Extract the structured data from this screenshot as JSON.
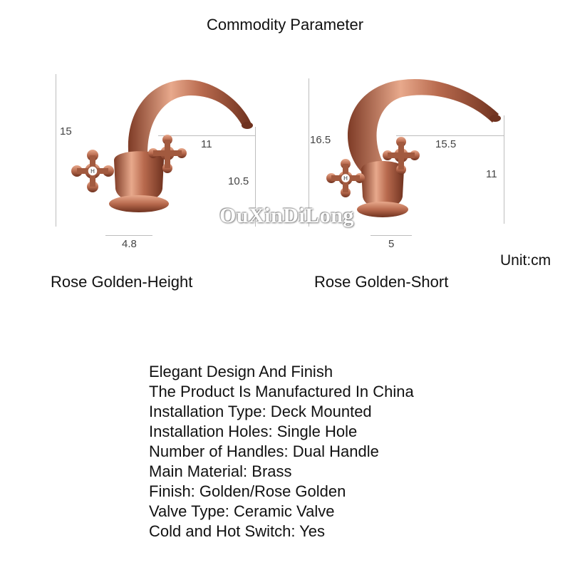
{
  "title": "Commodity Parameter",
  "unit_label": "Unit:cm",
  "watermark": "OuXinDiLong",
  "colors": {
    "rose_gold": "#b86a4e",
    "rose_gold_dark": "#7e3b26",
    "rose_gold_light": "#e8a98c",
    "dimension_line": "#bdbdbd"
  },
  "products": [
    {
      "caption": "Rose Golden-Height",
      "dims": {
        "height": "15",
        "spout_reach": "11",
        "spout_height": "10.5",
        "base": "4.8"
      }
    },
    {
      "caption": "Rose Golden-Short",
      "dims": {
        "height": "16.5",
        "spout_reach": "15.5",
        "spout_height": "11",
        "base": "5"
      }
    }
  ],
  "specs": [
    "Elegant Design And Finish",
    "The Product Is Manufactured In China",
    "Installation Type: Deck Mounted",
    "Installation Holes: Single Hole",
    "Number of Handles: Dual Handle",
    "Main Material: Brass",
    "Finish: Golden/Rose Golden",
    "Valve Type: Ceramic Valve",
    "Cold and Hot Switch: Yes"
  ]
}
